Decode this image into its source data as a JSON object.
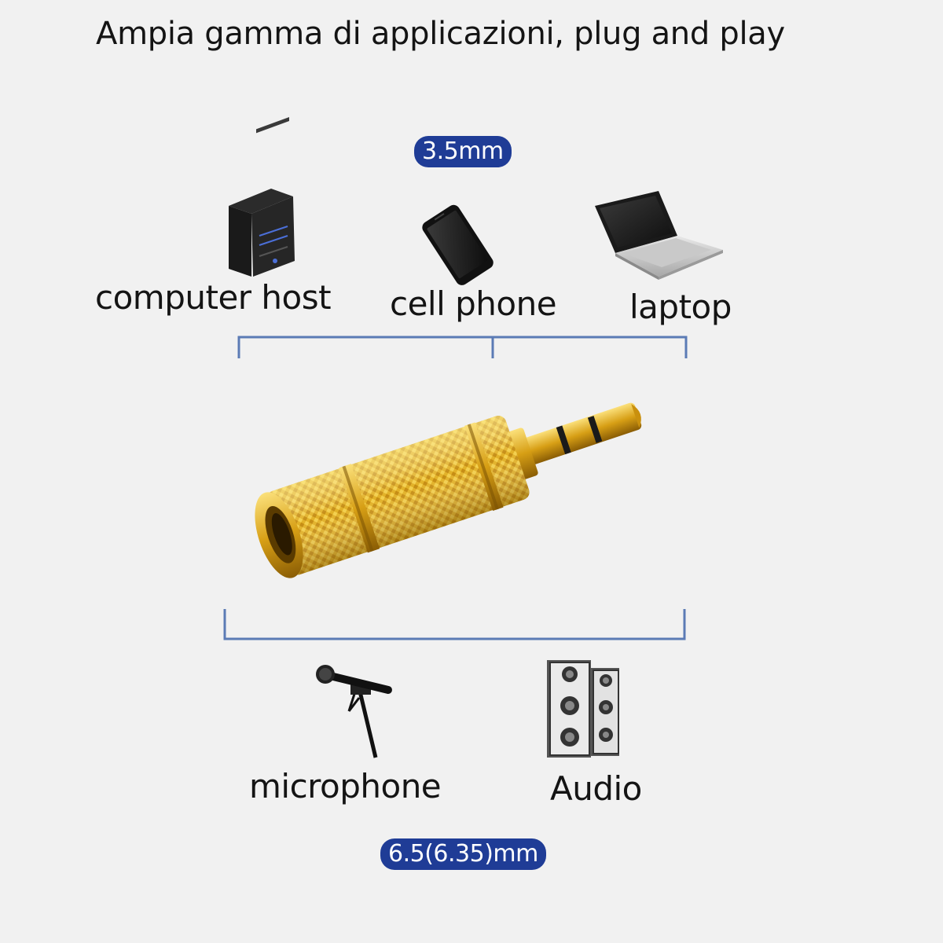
{
  "headline": "Ampia gamma di applicazioni, plug and play",
  "top_group": {
    "size_label": "3.5mm",
    "devices": [
      {
        "label": "computer host",
        "icon": "computer-tower-icon"
      },
      {
        "label": "cell phone",
        "icon": "smartphone-icon"
      },
      {
        "label": "laptop",
        "icon": "laptop-icon"
      }
    ]
  },
  "bottom_group": {
    "size_label": "6.5(6.35)mm",
    "devices": [
      {
        "label": "microphone",
        "icon": "microphone-icon"
      },
      {
        "label": "Audio",
        "icon": "speakers-icon"
      }
    ]
  },
  "center_image": "gold-audio-adapter-image",
  "colors": {
    "accent": "#1f3c96",
    "bracket": "#5b7bb5",
    "gold": "#d9a51a",
    "background": "#f1f1f1"
  }
}
